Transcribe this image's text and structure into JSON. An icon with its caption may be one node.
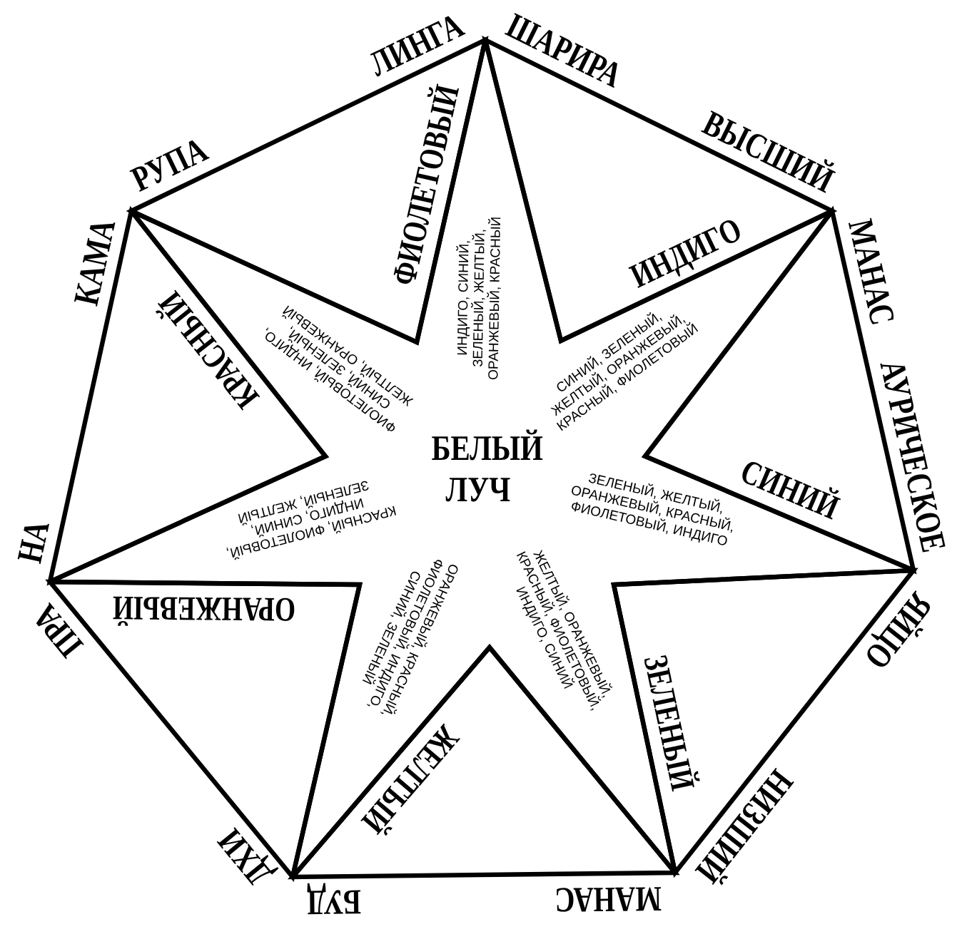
{
  "diagram": {
    "nodes": [
      {
        "text": [
          "БЕЛЫЙ ЛУЧ",
          "ИНДИГО, СИНИЙ, ЗЕЛЕНЫЙ, ЖЕЛТЫЙ, ОРАНЖЕВЫЙ, КРАСНЫЙ",
          "СИНИЙ, ЗЕЛЕНЫЙ, ЖЕЛТЫЙ, ОРАНЖЕВЫЙ, КРАСНЫЙ, ФИОЛЕТОВЫЙ",
          "ЗЕЛЕНЫЙ, ЖЕЛТЫЙ, ОРАНЖЕВЫЙ, КРАСНЫЙ, ФИОЛЕТОВЫЙ, ИНДИГО",
          "ЖЕЛТЫЙ, ОРАНЖЕВЫЙ, КРАСНЫЙ, ФИОЛЕТОВЫЙ, ИНДИГО, СИНИЙ",
          "ОРАНЖЕВЫЙ, КРАСНЫЙ, ФИОЛЕТОВЫЙ, ИНДИГО, СИНИЙ, ЗЕЛЕНЫЙ",
          "КРАСНЫЙ, ФИОЛЕТОВЫЙ, ИНДИГО, СИНИЙ, ЗЕЛЕНЫЙ, ЖЕЛТЫЙ",
          "ФИОЛЕТОВЫЙ, ИНДИГО, СИНИЙ, ЗЕЛЕНЫЙ, ЖЕЛТЫЙ, ОРАНЖЕВЫЙ"
        ]
      },
      {
        "text": [
          "ФИОЛЕТОВЫЙ"
        ]
      },
      {
        "text": [
          "ИНДИГО"
        ]
      },
      {
        "text": [
          "СИНИЙ"
        ]
      },
      {
        "text": [
          "ЗЕЛЕНЫЙ"
        ]
      },
      {
        "text": [
          "ЖЕЛТЫЙ"
        ]
      },
      {
        "text": [
          "ОРАНЖЕВЫЙ"
        ]
      },
      {
        "text": [
          "КРАСНЫЙ"
        ]
      }
    ],
    "labels": [
      "ЛИНГА",
      "ШАРИРА",
      "ВЫСШИЙ",
      "МАНАС",
      "АУРИЧЕСКОЕ",
      "ЯЙЦО",
      "НИЗШИЙ",
      "МАНАС",
      "БУД",
      "ДХИ",
      "ПРА",
      "НА",
      "КАМА",
      "РУПА"
    ]
  }
}
